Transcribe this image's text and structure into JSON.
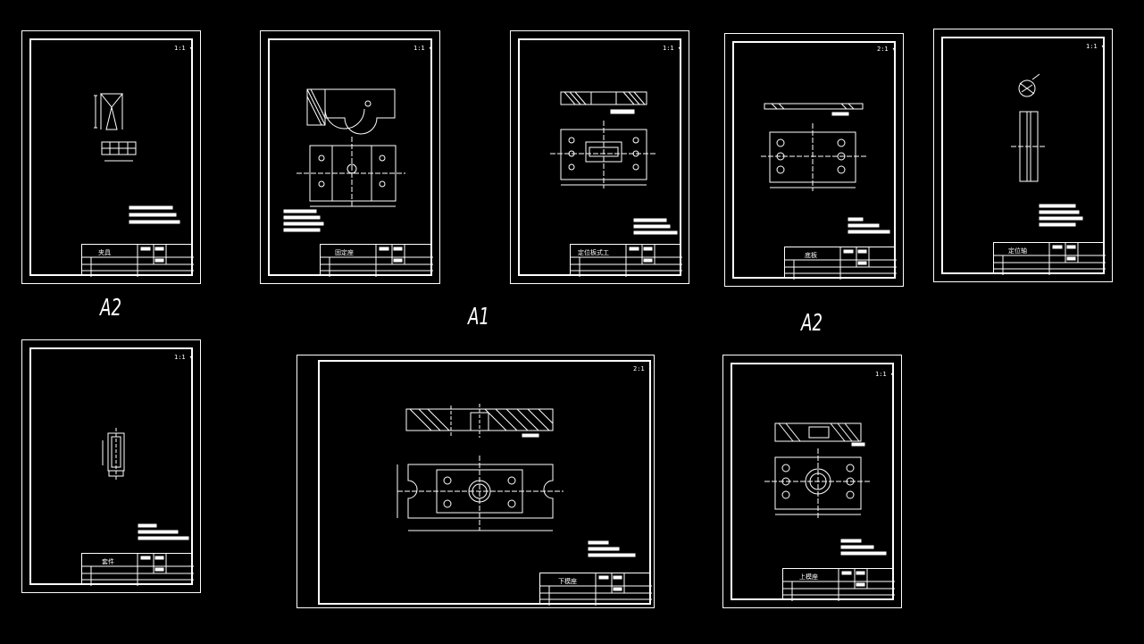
{
  "canvas": {
    "background": "#000000",
    "line_color": "#ffffff"
  },
  "sheet_size_labels": [
    "A2",
    "A1",
    "A2"
  ],
  "sheets": [
    {
      "id": "s1",
      "title_text": "夹具"
    },
    {
      "id": "s2",
      "title_text": "固定座"
    },
    {
      "id": "s3",
      "title_text": "定位板式工"
    },
    {
      "id": "s4",
      "title_text": "底板"
    },
    {
      "id": "s5",
      "title_text": "定位轴"
    },
    {
      "id": "s6",
      "title_text": "套件"
    },
    {
      "id": "s7",
      "title_text": "下模座"
    },
    {
      "id": "s8",
      "title_text": "上模座"
    }
  ]
}
